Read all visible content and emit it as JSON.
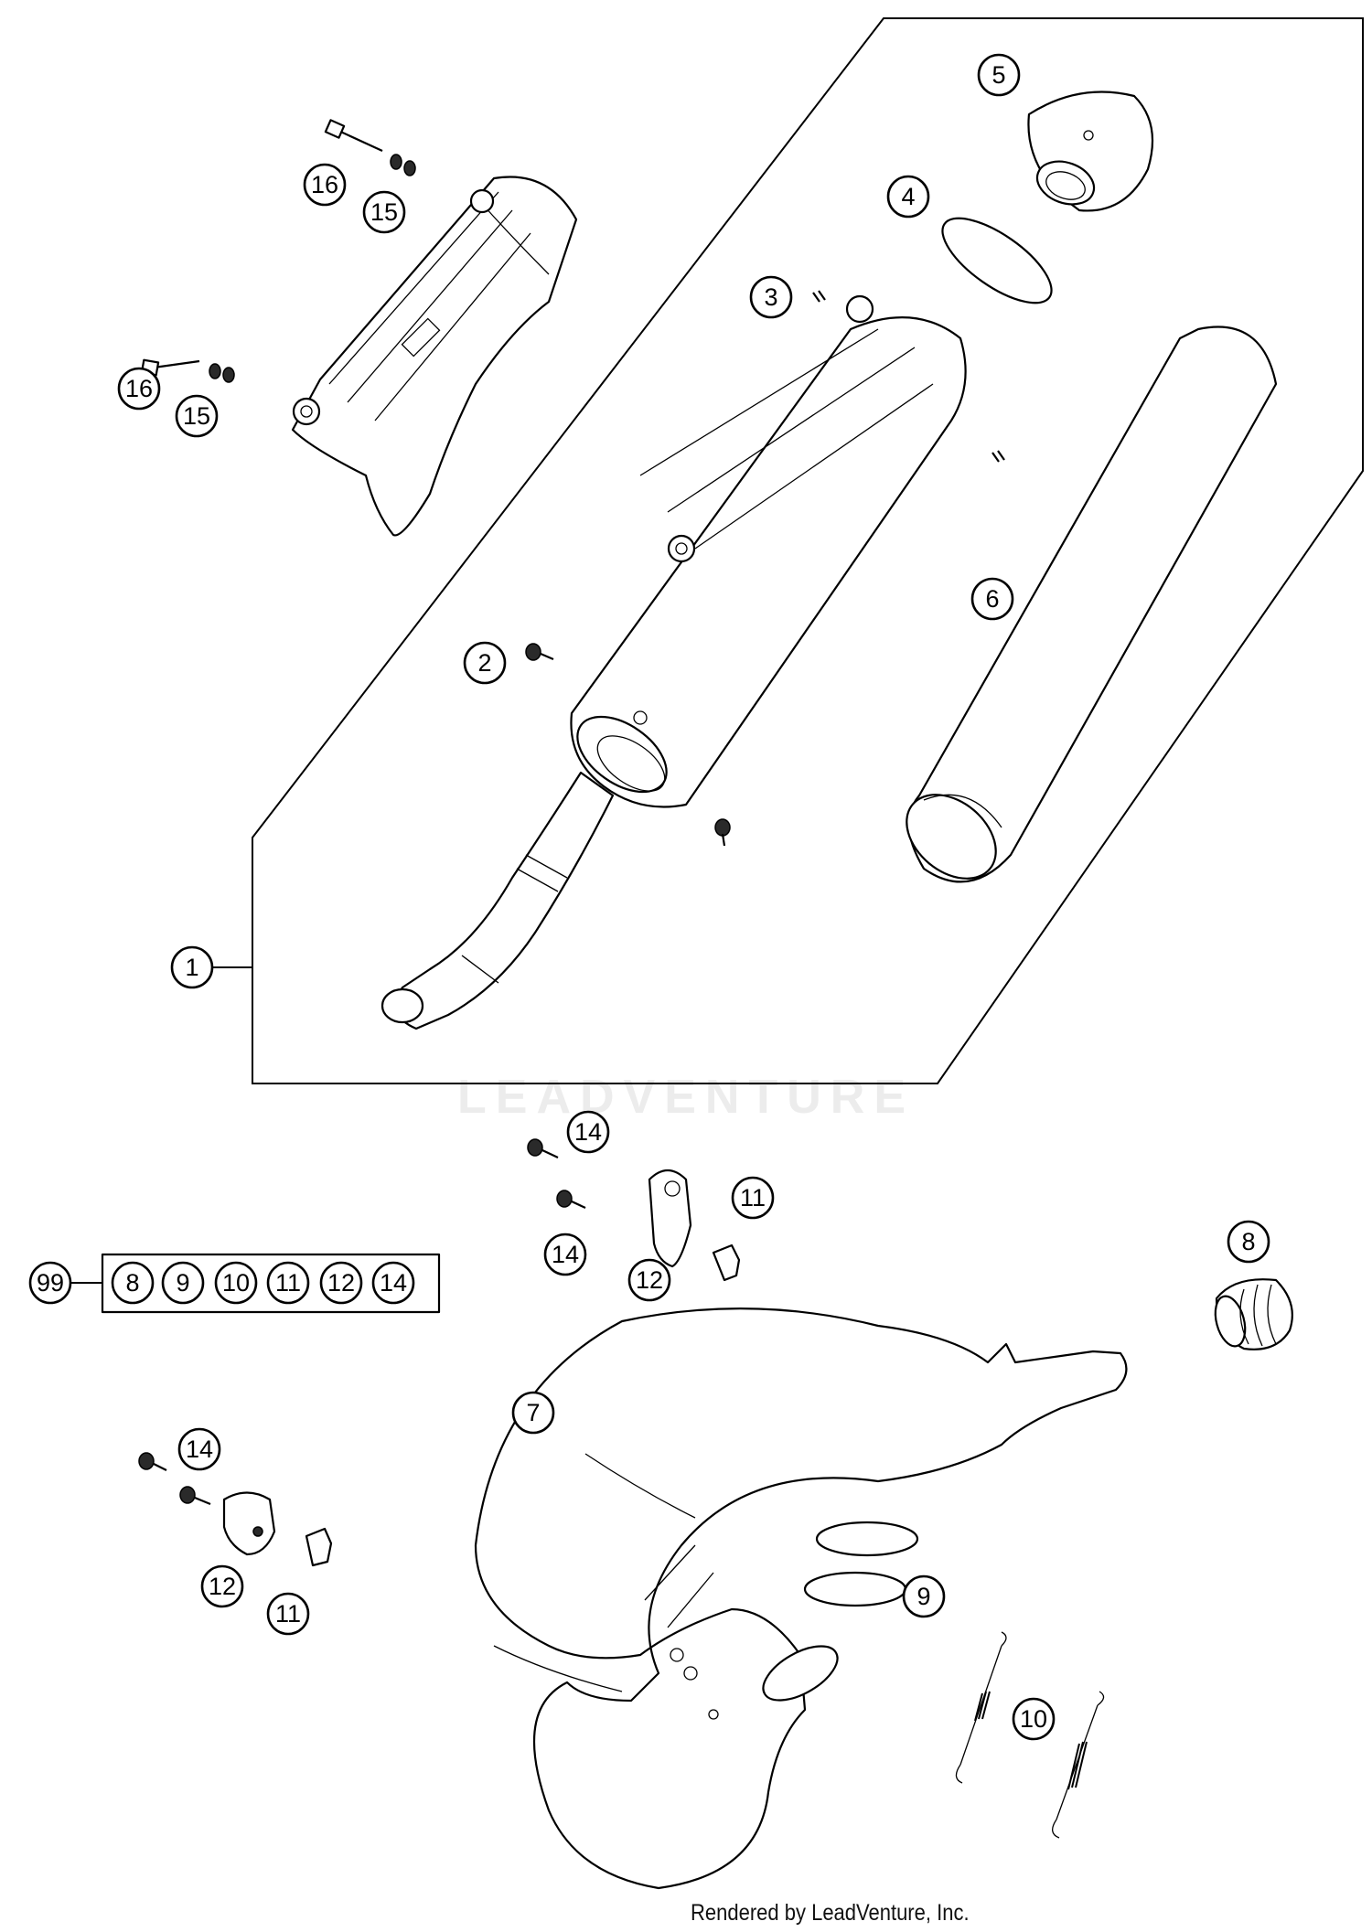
{
  "callouts": [
    {
      "id": "c1",
      "label": "1"
    },
    {
      "id": "c2",
      "label": "2"
    },
    {
      "id": "c3",
      "label": "3"
    },
    {
      "id": "c4",
      "label": "4"
    },
    {
      "id": "c5",
      "label": "5"
    },
    {
      "id": "c6",
      "label": "6"
    },
    {
      "id": "c7",
      "label": "7"
    },
    {
      "id": "c8a",
      "label": "8"
    },
    {
      "id": "c9a",
      "label": "9"
    },
    {
      "id": "c10a",
      "label": "10"
    },
    {
      "id": "c11a",
      "label": "11"
    },
    {
      "id": "c11b",
      "label": "11"
    },
    {
      "id": "c12a",
      "label": "12"
    },
    {
      "id": "c12b",
      "label": "12"
    },
    {
      "id": "c14a",
      "label": "14"
    },
    {
      "id": "c14b",
      "label": "14"
    },
    {
      "id": "c14c",
      "label": "14"
    },
    {
      "id": "c15a",
      "label": "15"
    },
    {
      "id": "c15b",
      "label": "15"
    },
    {
      "id": "c16a",
      "label": "16"
    },
    {
      "id": "c16b",
      "label": "16"
    }
  ],
  "kit": {
    "label": "99",
    "items": [
      "8",
      "9",
      "10",
      "11",
      "12",
      "14"
    ]
  },
  "watermark": "LEADVENTURE",
  "footer": "Rendered by LeadVenture, Inc."
}
